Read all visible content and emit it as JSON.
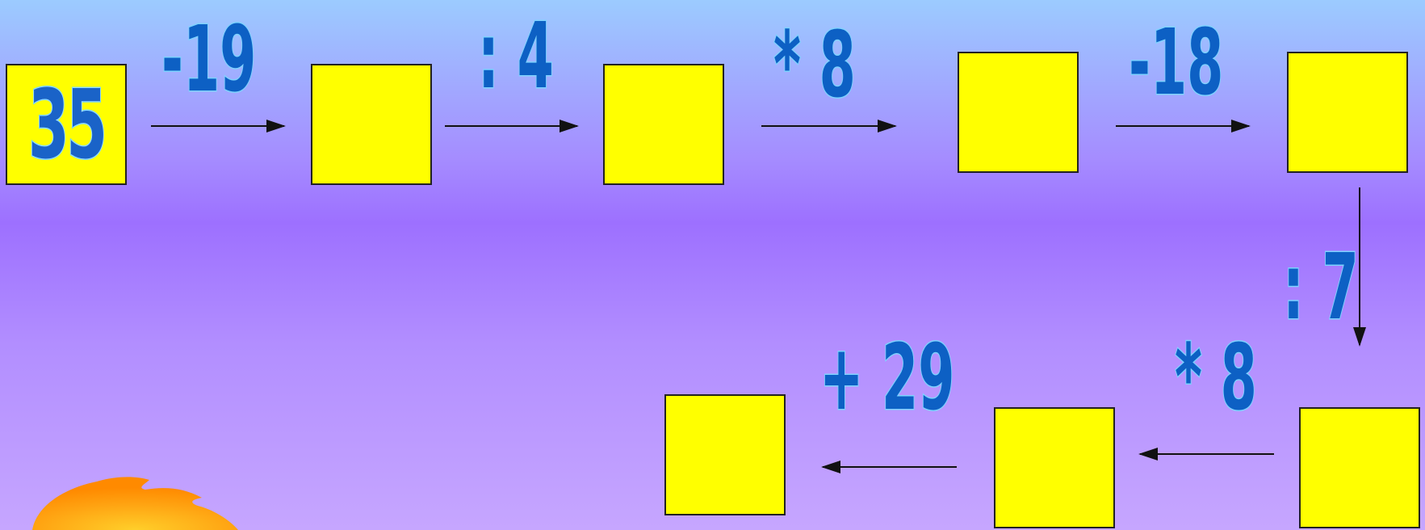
{
  "start": {
    "value": "35"
  },
  "operations": {
    "op1": "-19",
    "op2": ": 4",
    "op3": "* 8",
    "op4": "-18",
    "op5": ": 7",
    "op6": "* 8",
    "op7": "+ 29"
  },
  "colors": {
    "box": "#ffff00",
    "text": "#0d60c4",
    "outline": "#7fd2ff"
  }
}
